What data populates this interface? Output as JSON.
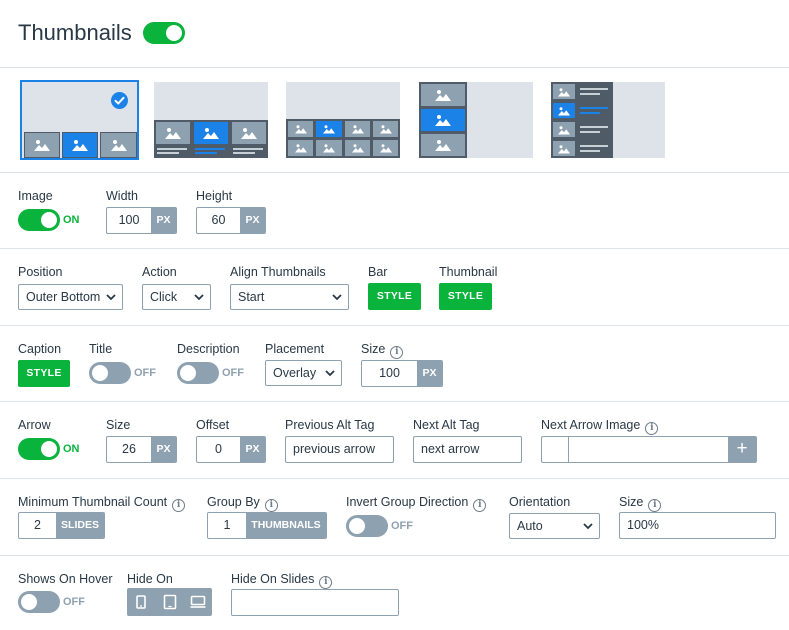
{
  "header": {
    "title": "Thumbnails",
    "enabled": true
  },
  "layouts": {
    "selected_index": 0,
    "items": [
      {
        "name": "bottom-row"
      },
      {
        "name": "bottom-row-captions"
      },
      {
        "name": "grid"
      },
      {
        "name": "left-column"
      },
      {
        "name": "left-column-captions"
      }
    ]
  },
  "row_image": {
    "image_label": "Image",
    "image_toggle": "ON",
    "image_on": true,
    "width_label": "Width",
    "width_value": "100",
    "width_unit": "PX",
    "height_label": "Height",
    "height_value": "60",
    "height_unit": "PX"
  },
  "row_position": {
    "position_label": "Position",
    "position_value": "Outer Bottom",
    "action_label": "Action",
    "action_value": "Click",
    "align_label": "Align Thumbnails",
    "align_value": "Start",
    "bar_label": "Bar",
    "bar_button": "STYLE",
    "thumbnail_label": "Thumbnail",
    "thumbnail_button": "STYLE"
  },
  "row_caption": {
    "caption_label": "Caption",
    "caption_button": "STYLE",
    "title_label": "Title",
    "title_toggle": "OFF",
    "description_label": "Description",
    "description_toggle": "OFF",
    "placement_label": "Placement",
    "placement_value": "Overlay",
    "size_label": "Size",
    "size_value": "100",
    "size_unit": "PX"
  },
  "row_arrow": {
    "arrow_label": "Arrow",
    "arrow_toggle": "ON",
    "arrow_on": true,
    "size_label": "Size",
    "size_value": "26",
    "size_unit": "PX",
    "offset_label": "Offset",
    "offset_value": "0",
    "offset_unit": "PX",
    "prev_alt_label": "Previous Alt Tag",
    "prev_alt_value": "previous arrow",
    "next_alt_label": "Next Alt Tag",
    "next_alt_value": "next arrow",
    "next_image_label": "Next Arrow Image",
    "next_image_value": "",
    "next_image_add": "+"
  },
  "row_count": {
    "min_count_label": "Minimum Thumbnail Count",
    "min_count_value": "2",
    "min_count_unit": "SLIDES",
    "group_by_label": "Group By",
    "group_by_value": "1",
    "group_by_unit": "THUMBNAILS",
    "invert_label": "Invert Group Direction",
    "invert_toggle": "OFF",
    "orientation_label": "Orientation",
    "orientation_value": "Auto",
    "size_label": "Size",
    "size_value": "100%"
  },
  "row_hover": {
    "shows_on_hover_label": "Shows On Hover",
    "shows_on_hover_toggle": "OFF",
    "hide_on_label": "Hide On",
    "hide_on_slides_label": "Hide On Slides",
    "hide_on_slides_value": ""
  },
  "colors": {
    "accent_green": "#0ab33c",
    "accent_blue": "#1b82e8",
    "slate": "#8ea1b0",
    "text": "#283845"
  }
}
